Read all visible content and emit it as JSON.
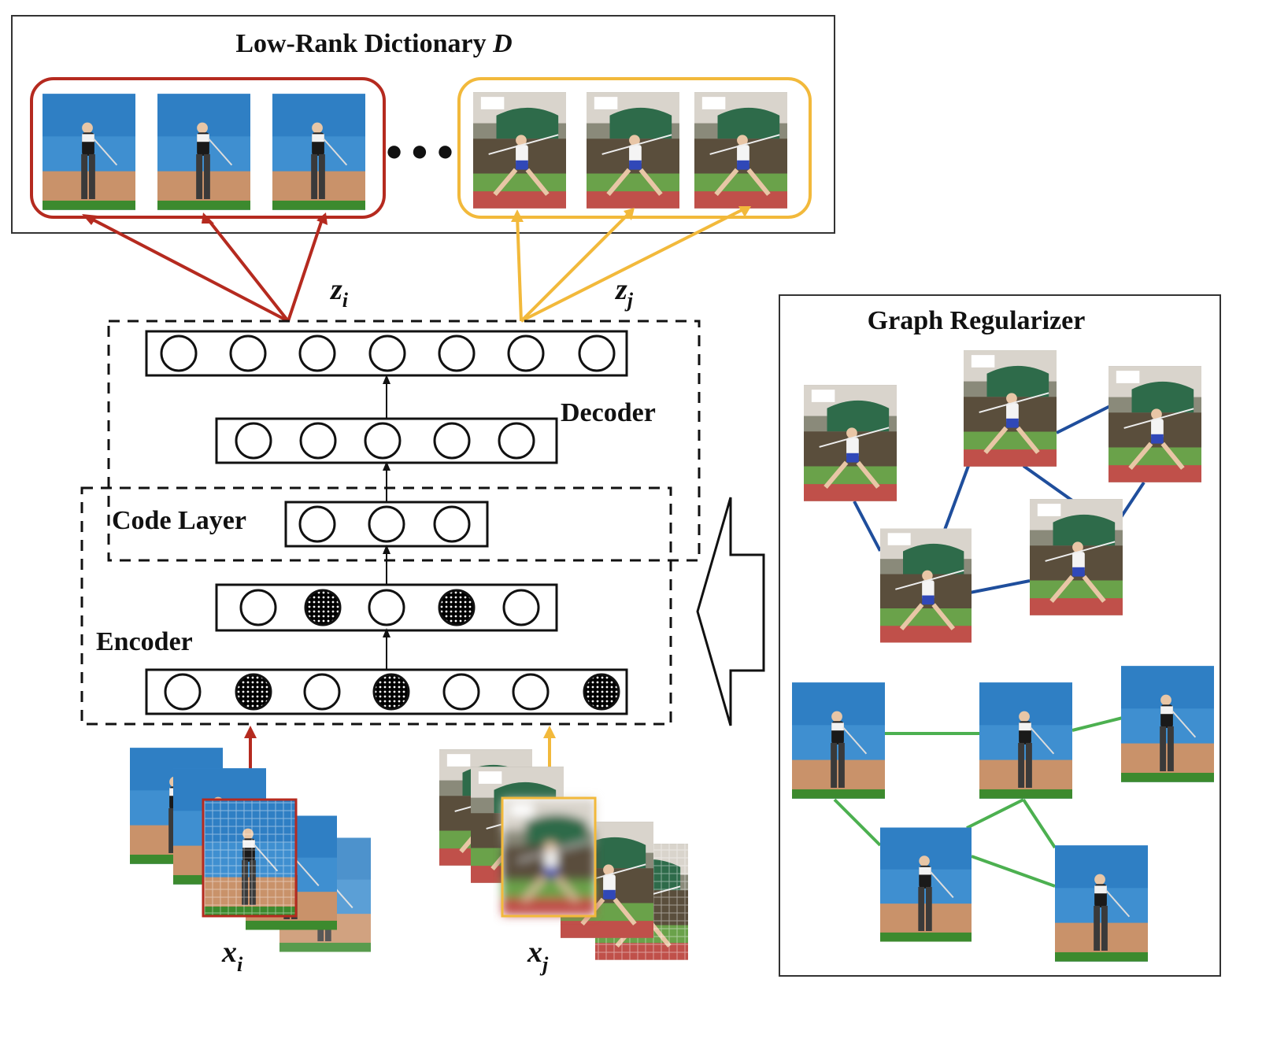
{
  "dictionary": {
    "title_text": "Low-Rank Dictionary ",
    "title_var": "D",
    "ellipsis": "● ● ●"
  },
  "graph_regularizer": {
    "title": "Graph Regularizer",
    "javelin_edge_color": "#1f4e9c",
    "golf_edge_color": "#4cb050"
  },
  "network": {
    "decoder_label": "Decoder",
    "code_layer_label": "Code Layer",
    "encoder_label": "Encoder",
    "output_layer_units": 7,
    "decoder_hidden_units": 5,
    "code_layer_units": 3,
    "encoder_hidden_units": 5,
    "input_layer_units": 7,
    "encoder_hidden_filled": [
      false,
      true,
      false,
      true,
      false
    ],
    "input_filled": [
      false,
      true,
      false,
      true,
      false,
      false,
      true
    ]
  },
  "variables": {
    "z": "z",
    "x": "x",
    "i": "i",
    "j": "j"
  },
  "colors": {
    "golf_group": "#b52a1f",
    "javelin_group": "#f2b93b",
    "sky": "#3f8fd0",
    "sand": "#c9926a",
    "grass": "#3c8a2e",
    "track": "#c0504a"
  }
}
